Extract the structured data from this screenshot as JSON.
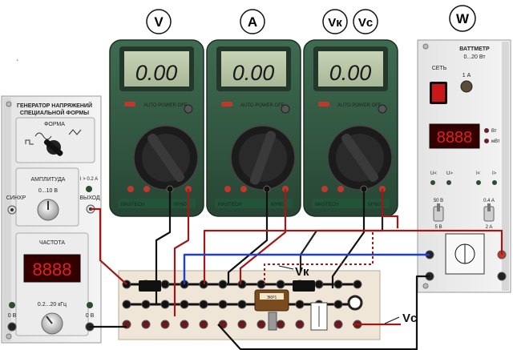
{
  "meters": {
    "circles": [
      "V",
      "A",
      "Vк",
      "Vc",
      "W"
    ],
    "multimeter": {
      "display": "0.00",
      "small": "AUTO POWER OFF",
      "brand": "MASTECH",
      "model": "MY60",
      "com": "COM"
    }
  },
  "generator": {
    "title_line1": "ГЕНЕРАТОР НАПРЯЖЕНИЙ",
    "title_line2": "СПЕЦИАЛЬНОЙ ФОРМЫ",
    "form_label": "ФОРМА",
    "amplitude_label": "АМПЛИТУДА",
    "amplitude_range": "0...10 В",
    "current_limit": "I > 0.2 A",
    "sync_label": "СИНХР",
    "out_label": "ВЫХОД",
    "freq_label": "ЧАСТОТА",
    "freq_display": "8888",
    "freq_range": "0.2...20 кГц",
    "zero_left": "0 В",
    "zero_right": "0 В"
  },
  "wattmeter": {
    "title": "ВАТТМЕТР",
    "range": "0...20 Вт",
    "network": "СЕТЬ",
    "fuse": "1 А",
    "display": "8888",
    "unit_w": "Вт",
    "unit_mw": "мВт",
    "u_minus": "U<",
    "u_plus": "U>",
    "i_minus": "I<",
    "i_plus": "I>",
    "v50": "50 В",
    "v5": "5 В",
    "a04": "0.4 A",
    "a2": "2 A"
  },
  "board": {
    "component_label": "ЭКР1",
    "vk_label": "Vк",
    "vc_label": "Vс"
  },
  "misc": {
    "apostrophe": "`"
  }
}
